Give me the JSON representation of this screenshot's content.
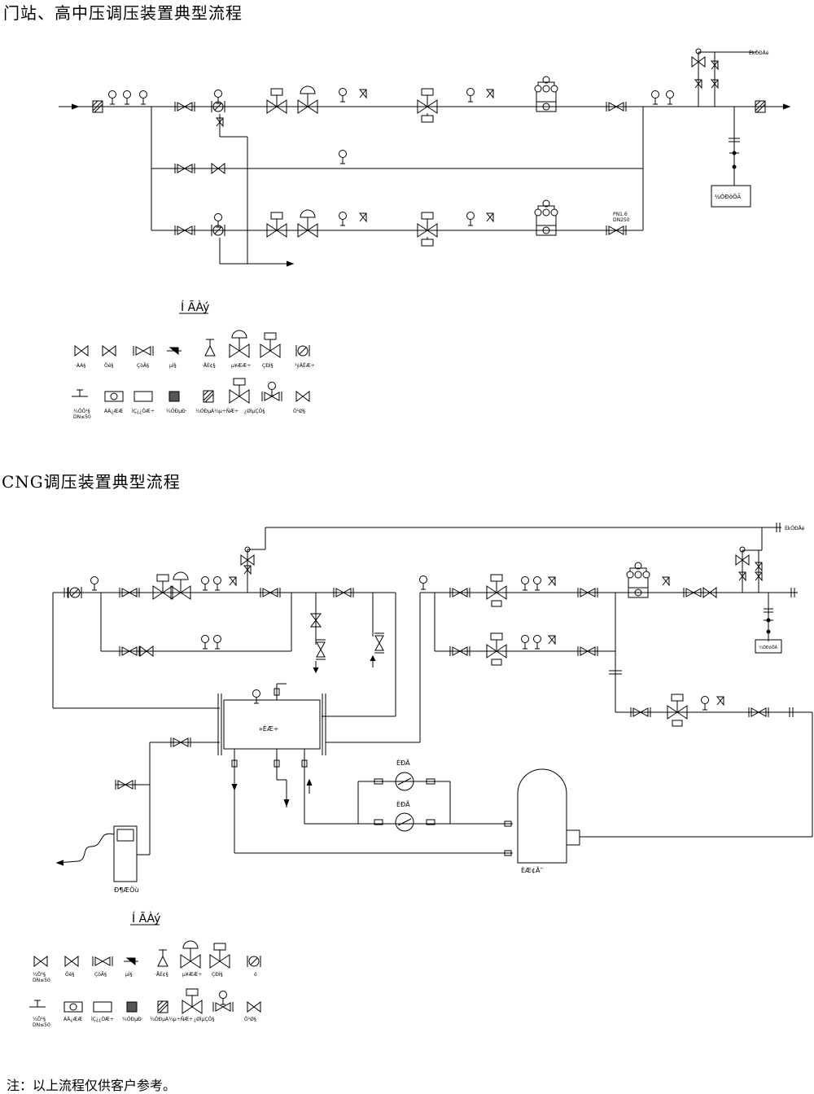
{
  "titles": {
    "section1": "门站、高中压调压装置典型流程",
    "section2": "CNG调压装置典型流程",
    "note": "注：以上流程仅供客户参考。"
  },
  "section1": {
    "legend_title": "Í ÃÀý",
    "outlet_label": "ÈkÖÐÅé",
    "odorizer_label": "¼ÓÐôÖÃ",
    "bypass_spec_1": "PN1.6",
    "bypass_spec_2": "DN250",
    "legend_row1": [
      "·ÀÁ§",
      "Öë§",
      "ÇòÃ§",
      "µÌ§",
      "·ÅÉ¢§",
      "µ¥ÆÆ÷",
      "ÇÐÌ§",
      "¹ýÂËÆ÷"
    ],
    "legend_row2": [
      "¼ÓÖ¹§",
      "ÁÄ¿ÆÆ",
      "ÌÇ¿¿ÒÆ÷",
      "¼ÓÐµÐ·",
      "¼ÓÐµÀ¼µ÷ÑÆ÷",
      "¿ØÌµÇÖ§",
      "Ö¹Ø§"
    ],
    "legend_row2_sub": "DN≤50"
  },
  "section2": {
    "legend_title": "Í ÃÀý",
    "outlet_label": "ÈkÖÐÅé",
    "odorizer_label": "¼ÓÐôÖÃ",
    "heater_label": "»ÈÆ÷",
    "pump1_label": "ÈÐÃ",
    "pump2_label": "ÈÐÃ",
    "tank_label": "ÈÆ¢Ã¯",
    "unloader_label": "Ð¶ÆÖù",
    "legend_row1": [
      "¼Ö¹§",
      "Öë§",
      "ÇòÃ§",
      "µÌ§",
      "·ÅÉ¢§",
      "µ¥ÆÆ÷",
      "ÇÐÌ§",
      "ö"
    ],
    "legend_row1_sub": "DN≤50",
    "legend_row2": [
      "¼Ö¹§",
      "ÁÄ¿ÆÆ",
      "ÌÇ¿¿ÒÆ÷",
      "¼ÓÐµÐ·",
      "¼ÓÐµÀ¼µ÷ÑÆ÷",
      "¿ØÌµÇÖ§",
      "Ö¹Ø§"
    ],
    "legend_row2_sub": "DN≤50"
  }
}
